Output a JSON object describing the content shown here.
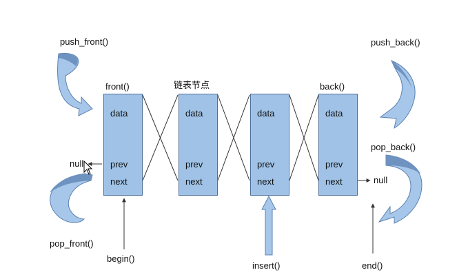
{
  "title": "链表节点",
  "nodes": [
    {
      "top_label": "front()",
      "fields": [
        "data",
        "prev",
        "next"
      ]
    },
    {
      "top_label": "",
      "fields": [
        "data",
        "prev",
        "next"
      ]
    },
    {
      "top_label": "",
      "fields": [
        "data",
        "prev",
        "next"
      ]
    },
    {
      "top_label": "back()",
      "fields": [
        "data",
        "prev",
        "next"
      ]
    }
  ],
  "operations": {
    "push_front": "push_front()",
    "pop_front": "pop_front()",
    "push_back": "push_back()",
    "pop_back": "pop_back()",
    "begin": "begin()",
    "insert": "insert()",
    "end": "end()"
  },
  "null_labels": {
    "left": "null",
    "right": "null"
  },
  "colors": {
    "node_fill": "#9fc2e6",
    "node_border": "#4f6f99",
    "curved_arrow_fill": "#a7c7ea",
    "curved_arrow_dark": "#6f93c0",
    "line": "#333333"
  }
}
